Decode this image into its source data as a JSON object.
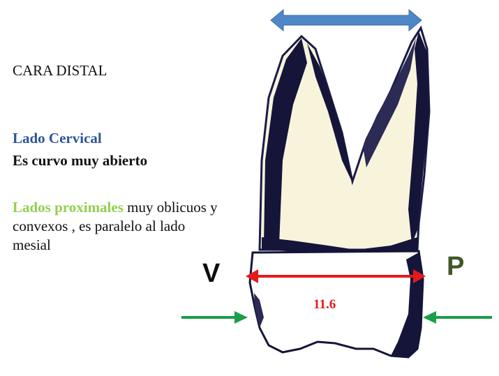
{
  "title": "CARA DISTAL",
  "cervical": {
    "heading": "Lado Cervical",
    "text": "Es curvo muy abierto"
  },
  "proximal": {
    "heading": "Lados proximales",
    "text": " muy oblicuos y convexos , es paralelo al lado mesial"
  },
  "sides": {
    "vestibular": "V",
    "palatino": "P"
  },
  "measurement": "11.6",
  "colors": {
    "heading_blue": "#2e5597",
    "heading_green": "#92d050",
    "measure_red": "#e31b1b",
    "side_v": "#0d0d0d",
    "side_p": "#3e5828",
    "top_arrow": "#4f86c6",
    "side_arrows": "#1a9e4a"
  }
}
